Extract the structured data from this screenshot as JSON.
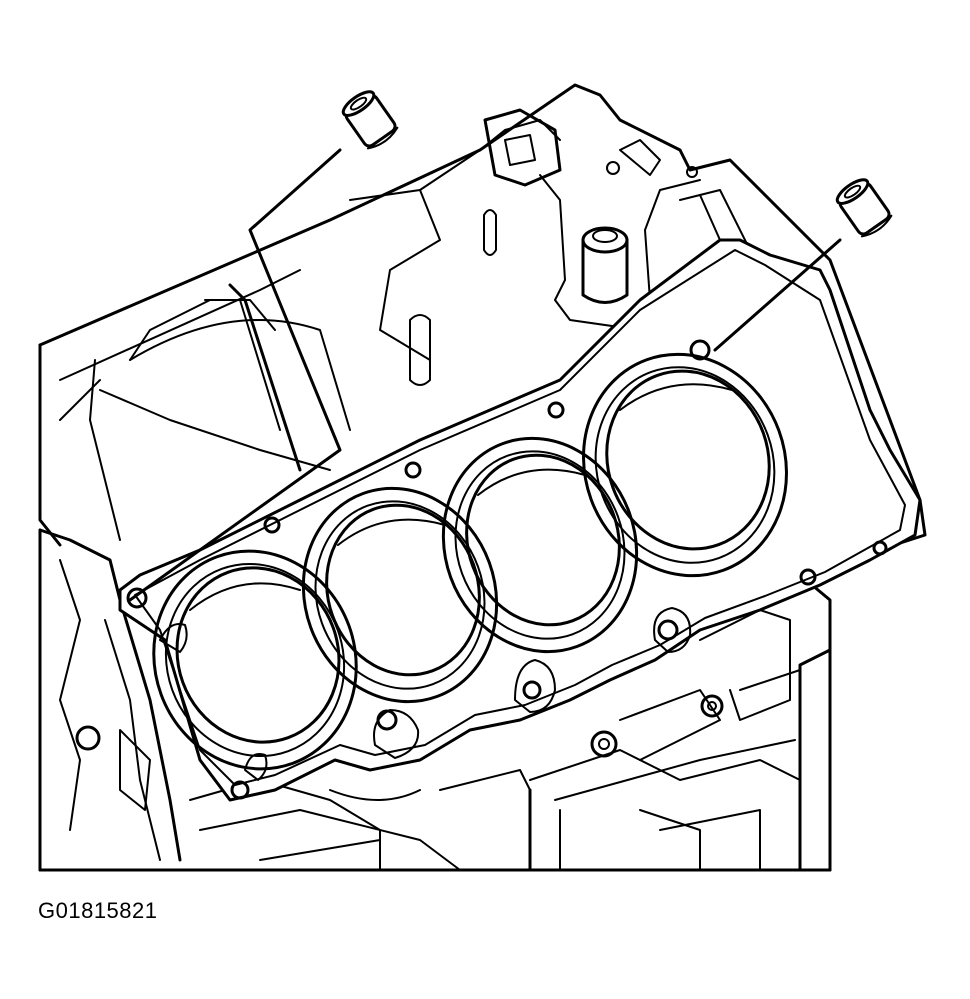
{
  "figure": {
    "id_label": "G01815821"
  },
  "parts": {
    "left_dowel": "dowel-pin",
    "right_dowel": "dowel-pin",
    "gasket": "head-gasket",
    "block": "engine-block",
    "cylinder_bore_count": 4
  },
  "colors": {
    "line": "#000000",
    "background": "#ffffff"
  }
}
